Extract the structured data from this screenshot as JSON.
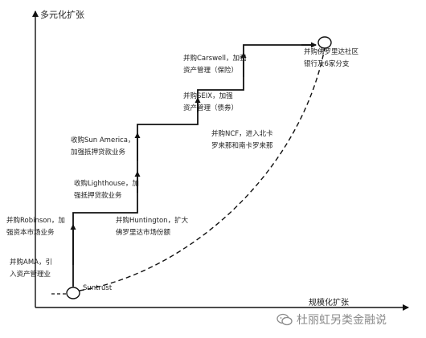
{
  "axes": {
    "y_label": "多元化扩张",
    "x_label": "规模化扩张"
  },
  "start_label": "Suntrust",
  "milestones": [
    {
      "text": "并购AMA，引\n入资产管理业"
    },
    {
      "text": "并购Robinson，加\n强资本市场业务"
    },
    {
      "text": "并购Huntington，扩大\n佛罗里达市场份额"
    },
    {
      "text": "收购Lighthouse，加\n强抵押贷款业务"
    },
    {
      "text": "收购Sun America，\n加强抵押贷款业务"
    },
    {
      "text": "并购NCF，进入北卡\n罗来那和南卡罗来那"
    },
    {
      "text": "并购SEIX，加强\n资产管理（债券）"
    },
    {
      "text": "并购Carswell，加强\n资产管理（保险）"
    },
    {
      "text": "并购佛罗里达社区\n银行及6家分支"
    }
  ],
  "watermark": {
    "text": "杜丽虹另类金融说",
    "icon": "wechat-icon"
  },
  "colors": {
    "line": "#111111",
    "text": "#222222",
    "watermark": "#8a8a8a"
  }
}
